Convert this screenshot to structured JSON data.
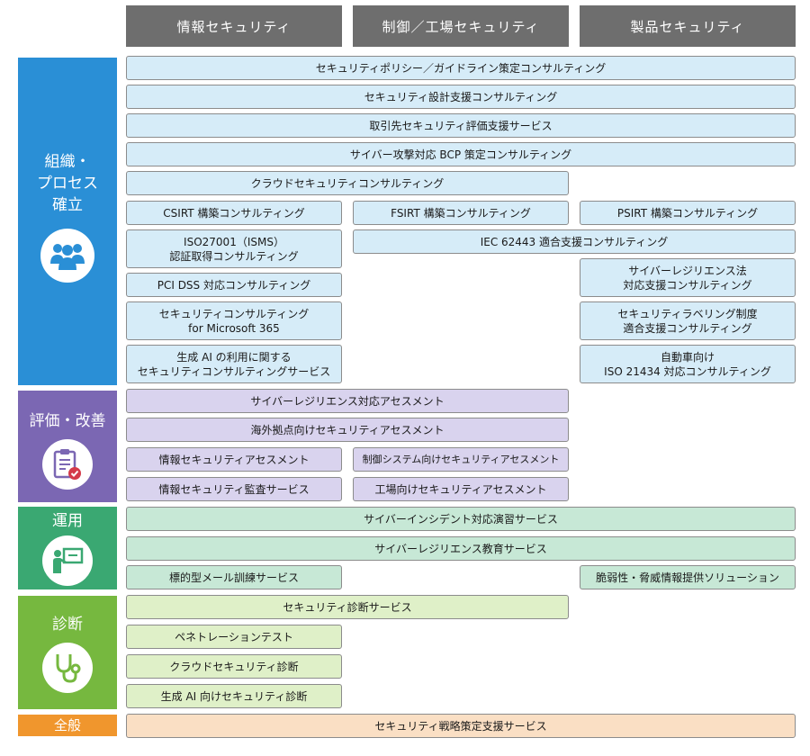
{
  "columns": [
    "情報セキュリティ",
    "制御／工場セキュリティ",
    "製品セキュリティ"
  ],
  "bands": {
    "organization": {
      "title": "組織・\nプロセス\n確立",
      "icon": "people-group-icon",
      "color": "#2a8fd6"
    },
    "assessment": {
      "title": "評価・改善",
      "icon": "clipboard-check-icon",
      "color": "#7b67b3"
    },
    "operation": {
      "title": "運用",
      "icon": "training-presenter-icon",
      "color": "#3aa872"
    },
    "diagnosis": {
      "title": "診断",
      "icon": "stethoscope-icon",
      "color": "#76b83f"
    },
    "general": {
      "title": "全般",
      "color": "#f0962d"
    }
  },
  "services": {
    "policy": "セキュリティポリシー／ガイドライン策定コンサルティング",
    "design": "セキュリティ設計支援コンサルティング",
    "supplier": "取引先セキュリティ評価支援サービス",
    "bcp": "サイバー攻撃対応 BCP 策定コンサルティング",
    "cloud": "クラウドセキュリティコンサルティング",
    "csirt": "CSIRT 構築コンサルティング",
    "fsirt": "FSIRT 構築コンサルティング",
    "psirt": "PSIRT 構築コンサルティング",
    "iso27001": "ISO27001（ISMS）\n認証取得コンサルティング",
    "iec62443": "IEC 62443 適合支援コンサルティング",
    "cra": "サイバーレジリエンス法\n対応支援コンサルティング",
    "pcidss": "PCI DSS 対応コンサルティング",
    "labeling": "セキュリティラベリング制度\n適合支援コンサルティング",
    "m365": "セキュリティコンサルティング\nfor Microsoft 365",
    "automotive": "自動車向け\nISO 21434 対応コンサルティング",
    "genai": "生成 AI の利用に関する\nセキュリティコンサルティングサービス",
    "resilience_assess": "サイバーレジリエンス対応アセスメント",
    "overseas_assess": "海外拠点向けセキュリティアセスメント",
    "infosec_assess": "情報セキュリティアセスメント",
    "control_assess": "制御システム向けセキュリティアセスメント",
    "audit": "情報セキュリティ監査サービス",
    "factory_assess": "工場向けセキュリティアセスメント",
    "incident_drill": "サイバーインシデント対応演習サービス",
    "resilience_edu": "サイバーレジリエンス教育サービス",
    "phishing": "標的型メール訓練サービス",
    "vuln_info": "脆弱性・脅威情報提供ソリューション",
    "diagnosis_svc": "セキュリティ診断サービス",
    "pentest": "ペネトレーションテスト",
    "cloud_diag": "クラウドセキュリティ診断",
    "genai_diag": "生成 AI 向けセキュリティ診断",
    "strategy": "セキュリティ戦略策定支援サービス"
  }
}
